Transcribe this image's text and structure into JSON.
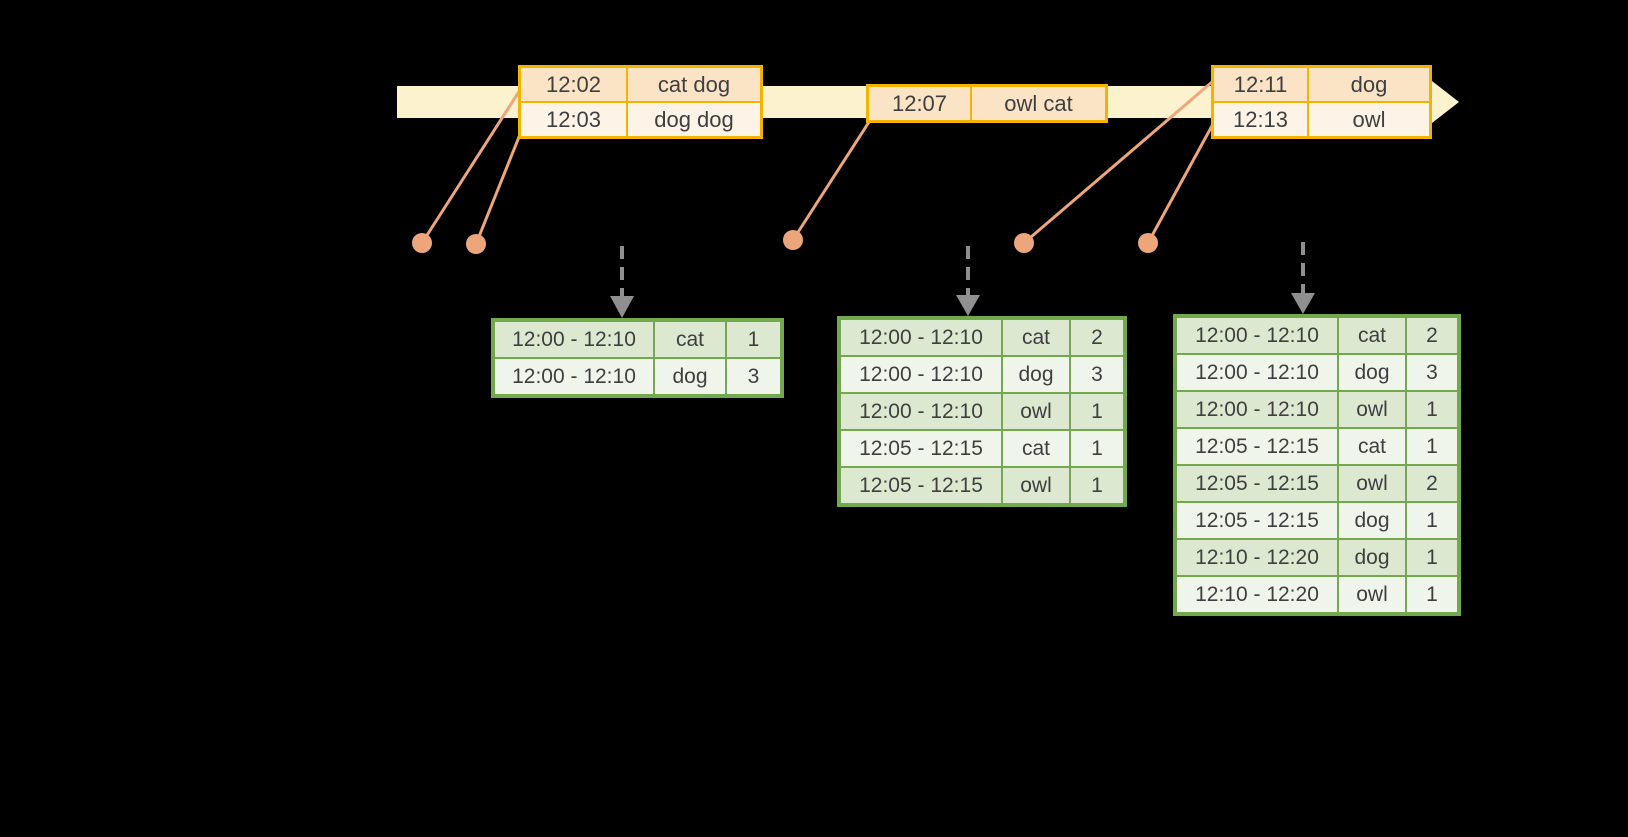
{
  "diagram": {
    "description": "streaming windowed word-count timeline",
    "colors": {
      "background": "#000000",
      "timeline_band": "#fcf2ce",
      "event_table_border": "#f3b300",
      "event_row_dark": "#fbe3c6",
      "event_row_light": "#fdf3e6",
      "connector_dot": "#eda67b",
      "trigger_arrow_gray": "#8f8f8f",
      "result_table_border": "#72a94c",
      "result_row_dark": "#dce9d0",
      "result_row_light": "#f0f5ec",
      "table_text": "#3f3f3f"
    },
    "event_tables": [
      {
        "rows": [
          {
            "time": "12:02",
            "words": "cat dog"
          },
          {
            "time": "12:03",
            "words": "dog dog"
          }
        ]
      },
      {
        "rows": [
          {
            "time": "12:07",
            "words": "owl cat"
          }
        ]
      },
      {
        "rows": [
          {
            "time": "12:11",
            "words": "dog"
          },
          {
            "time": "12:13",
            "words": "owl"
          }
        ]
      }
    ],
    "result_tables": [
      {
        "rows": [
          {
            "window": "12:00 - 12:10",
            "word": "cat",
            "count": "1"
          },
          {
            "window": "12:00 - 12:10",
            "word": "dog",
            "count": "3"
          }
        ]
      },
      {
        "rows": [
          {
            "window": "12:00 - 12:10",
            "word": "cat",
            "count": "2"
          },
          {
            "window": "12:00 - 12:10",
            "word": "dog",
            "count": "3"
          },
          {
            "window": "12:00 - 12:10",
            "word": "owl",
            "count": "1"
          },
          {
            "window": "12:05 - 12:15",
            "word": "cat",
            "count": "1"
          },
          {
            "window": "12:05 - 12:15",
            "word": "owl",
            "count": "1"
          }
        ]
      },
      {
        "rows": [
          {
            "window": "12:00 - 12:10",
            "word": "cat",
            "count": "2"
          },
          {
            "window": "12:00 - 12:10",
            "word": "dog",
            "count": "3"
          },
          {
            "window": "12:00 - 12:10",
            "word": "owl",
            "count": "1"
          },
          {
            "window": "12:05 - 12:15",
            "word": "cat",
            "count": "1"
          },
          {
            "window": "12:05 - 12:15",
            "word": "owl",
            "count": "2"
          },
          {
            "window": "12:05 - 12:15",
            "word": "dog",
            "count": "1"
          },
          {
            "window": "12:10 - 12:20",
            "word": "dog",
            "count": "1"
          },
          {
            "window": "12:10 - 12:20",
            "word": "owl",
            "count": "1"
          }
        ]
      }
    ]
  }
}
